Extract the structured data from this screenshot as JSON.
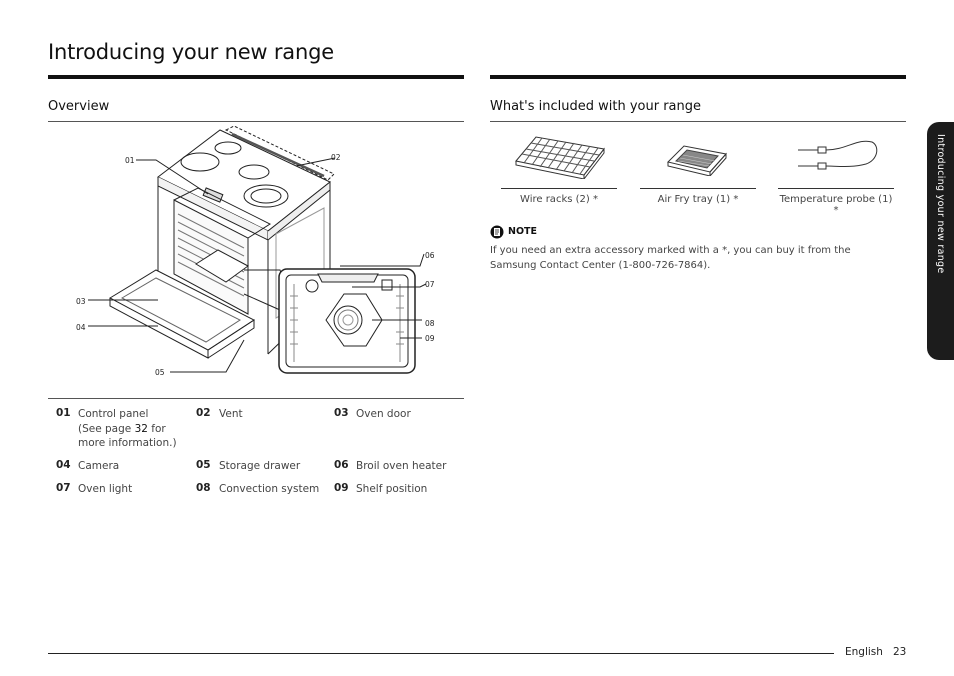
{
  "page": {
    "title": "Introducing your new range",
    "side_tab": "Introducing your new range",
    "footer": {
      "language": "English",
      "page_number": "23"
    }
  },
  "overview": {
    "heading": "Overview",
    "callouts": [
      "01",
      "02",
      "03",
      "04",
      "05",
      "06",
      "07",
      "08",
      "09"
    ],
    "legend": [
      {
        "num": "01",
        "lines": [
          "Control panel"
        ],
        "link_line": {
          "pre": "(See page ",
          "link": "32",
          "post": " for"
        },
        "tail": "more information.)"
      },
      {
        "num": "02",
        "label": "Vent"
      },
      {
        "num": "03",
        "label": "Oven door"
      },
      {
        "num": "04",
        "label": "Camera"
      },
      {
        "num": "05",
        "label": "Storage drawer"
      },
      {
        "num": "06",
        "label": "Broil oven heater"
      },
      {
        "num": "07",
        "label": "Oven light"
      },
      {
        "num": "08",
        "label": "Convection system"
      },
      {
        "num": "09",
        "label": "Shelf position"
      }
    ]
  },
  "included": {
    "heading": "What's included with your range",
    "accessories": [
      {
        "label": "Wire racks (2) *",
        "icon": "wire-rack-icon"
      },
      {
        "label": "Air Fry tray (1) *",
        "icon": "air-fry-tray-icon"
      },
      {
        "label": "Temperature probe (1) *",
        "icon": "temperature-probe-icon"
      }
    ],
    "note": {
      "title": "NOTE",
      "icon": "note-icon",
      "body": "If you need an extra accessory marked with a *, you can buy it from the Samsung Contact Center (1-800-726-7864)."
    }
  }
}
